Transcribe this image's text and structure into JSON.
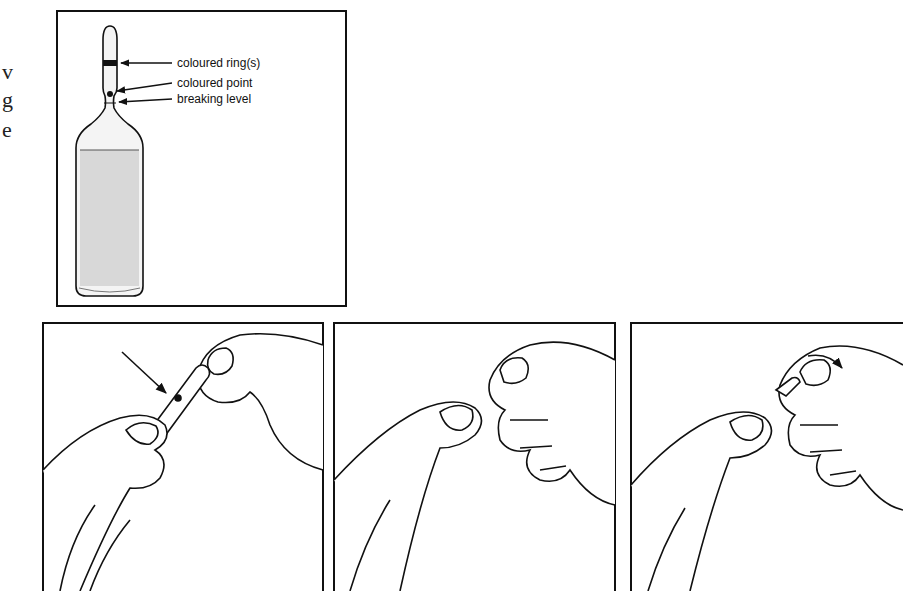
{
  "diagram": {
    "labels": [
      "coloured ring(s)",
      "coloured point",
      "breaking level",
      "v",
      "g",
      "e"
    ]
  }
}
